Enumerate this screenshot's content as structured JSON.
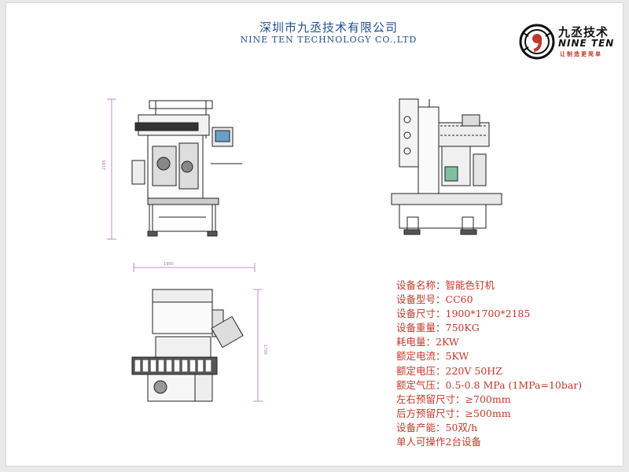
{
  "header": {
    "company_cn": "深圳市九丞技术有限公司",
    "company_en": "NINE TEN TECHNOLOGY CO.,LTD"
  },
  "logo": {
    "name_cn": "九丞技术",
    "name_en": "NINE TEN",
    "slogan": "让制造更简单",
    "icon": "nine-ten-logo-icon",
    "accent_color": "#c0392b"
  },
  "drawings": {
    "front_view": {
      "icon": "machine-front-view-drawing"
    },
    "side_view": {
      "icon": "machine-side-view-drawing"
    },
    "top_view": {
      "icon": "machine-top-view-drawing"
    },
    "dimension_color": "#b070b0"
  },
  "specs": [
    {
      "label": "设备名称",
      "sep": "：",
      "value": "智能色钉机"
    },
    {
      "label": "设备型号",
      "sep": "：",
      "value": "CC60"
    },
    {
      "label": "设备尺寸",
      "sep": "：",
      "value": "1900*1700*2185"
    },
    {
      "label": "设备重量",
      "sep": "：",
      "value": "750KG"
    },
    {
      "label": "耗电量",
      "sep": "：",
      "value": "2KW"
    },
    {
      "label": "额定电流",
      "sep": "：",
      "value": "5KW"
    },
    {
      "label": "额定电压",
      "sep": "：",
      "value": "220V 50HZ"
    },
    {
      "label": "额定气压",
      "sep": "：",
      "value": "0.5-0.8 MPa (1MPa=10bar)"
    },
    {
      "label": "左右预留尺寸",
      "sep": "：",
      "value": "≥700mm"
    },
    {
      "label": "后方预留尺寸",
      "sep": "：",
      "value": "≥500mm"
    },
    {
      "label": "设备产能",
      "sep": "：",
      "value": "50双/h"
    },
    {
      "label": "单人可操作2台设备",
      "sep": "",
      "value": ""
    }
  ],
  "colors": {
    "header_text": "#1f4f8f",
    "spec_text": "#c0392b",
    "drawing_line": "#222222"
  }
}
